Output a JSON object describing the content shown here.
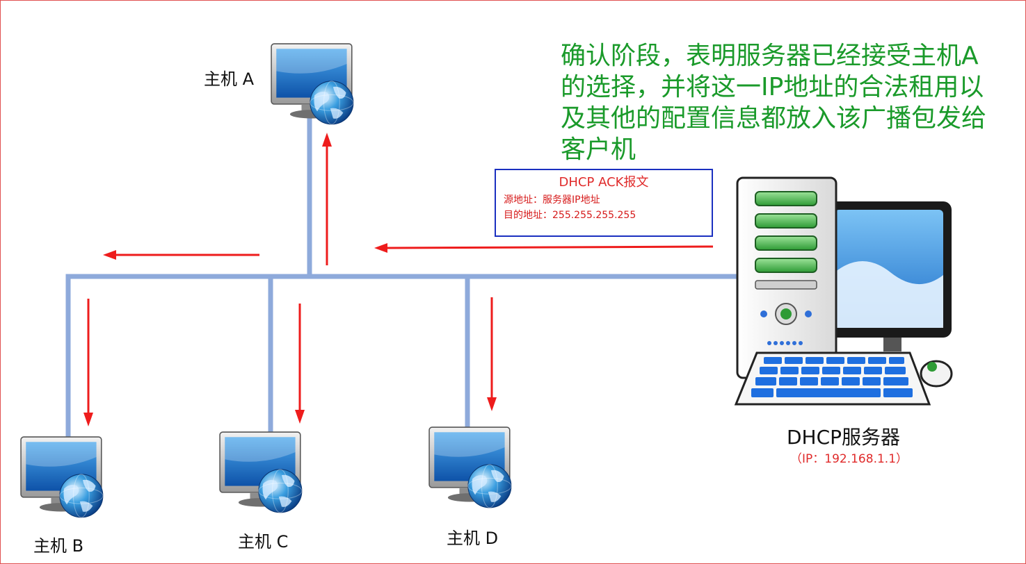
{
  "note": "确认阶段，表明服务器已经接受主机A\n的选择，并将这一IP地址的合法租用以\n及其他的配置信息都放入该广播包发给\n客户机",
  "packet": {
    "title": "DHCP ACK报文",
    "source": "源地址：服务器IP地址",
    "destination": "目的地址：255.255.255.255"
  },
  "server": {
    "name": "DHCP服务器",
    "ip": "（IP：192.168.1.1）"
  },
  "hosts": {
    "a": "主机 A",
    "b": "主机 B",
    "c": "主机 C",
    "d": "主机 D"
  },
  "colors": {
    "bus": "#8eaadb",
    "arrow": "#ee1c1c",
    "note": "#1a9a2a",
    "box_border": "#1a2fc0"
  }
}
